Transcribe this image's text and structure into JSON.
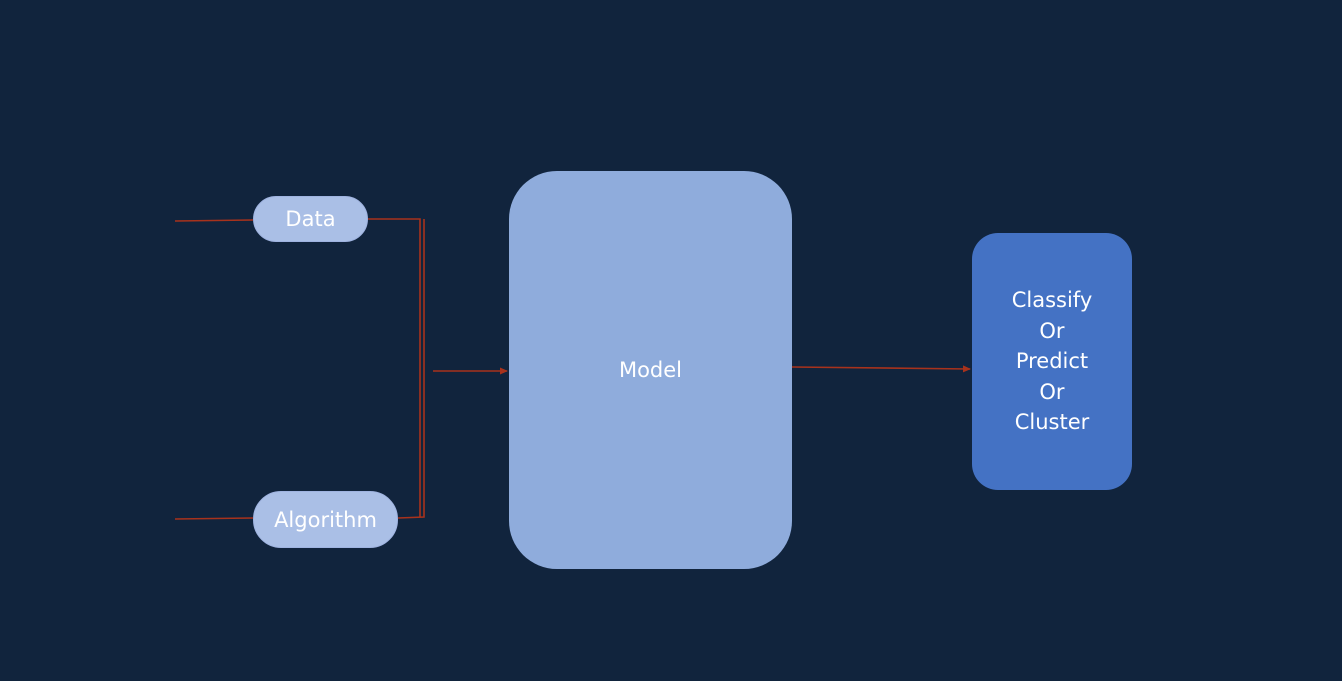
{
  "diagram": {
    "background": "#11243d",
    "nodes": {
      "data": {
        "label": "Data",
        "color": "#aabfe6"
      },
      "algorithm": {
        "label": "Algorithm",
        "color": "#aabfe6"
      },
      "model": {
        "label": "Model",
        "color": "#8facdc"
      },
      "output": {
        "lines": [
          "Classify",
          "Or",
          "Predict",
          "Or",
          "Cluster"
        ],
        "color": "#4472c4"
      }
    },
    "connector_color": "#a8321c"
  }
}
